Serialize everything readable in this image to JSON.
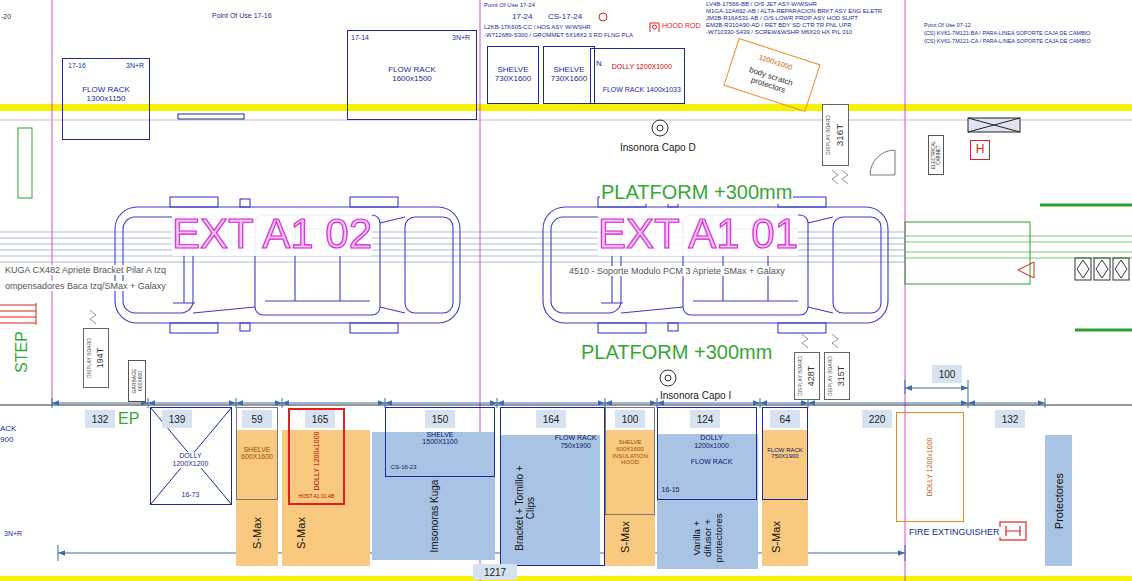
{
  "diagram": {
    "nodes": [
      {
        "text": [
          "17-16",
          "3N+R",
          "FLOW RACK 1300x1150"
        ]
      },
      {
        "text": [
          "17-14",
          "FLOW RACK 1600x1500"
        ]
      },
      {
        "text": [
          "SHELVE 730X1600"
        ]
      },
      {
        "text": [
          "SHELVE 730X1600"
        ]
      },
      {
        "text": [
          "N",
          "DOLLY 1200X1000",
          "FLOW RACK 1400x1033"
        ]
      },
      {
        "text": [
          "1200x1000",
          "body scratch protectors"
        ]
      },
      {
        "text": [
          "DISPLAY BOARD",
          "316T"
        ]
      },
      {
        "text": [
          "ELECTRICAL CABINET"
        ]
      },
      {
        "text": [
          "H"
        ]
      },
      {
        "text": [
          "DISPLAY BOARD",
          "194T"
        ]
      },
      {
        "text": [
          "DISPLAY BOARD",
          "428T"
        ]
      },
      {
        "text": [
          "DISPLAY BOARD",
          "315T"
        ]
      },
      {
        "text": [
          "100"
        ]
      },
      {
        "text": [
          "132"
        ]
      },
      {
        "text": [
          "139"
        ]
      },
      {
        "text": [
          "59"
        ]
      },
      {
        "text": [
          "165"
        ]
      },
      {
        "text": [
          "150"
        ]
      },
      {
        "text": [
          "164"
        ]
      },
      {
        "text": [
          "100"
        ]
      },
      {
        "text": [
          "124"
        ]
      },
      {
        "text": [
          "64"
        ]
      },
      {
        "text": [
          "220"
        ]
      },
      {
        "text": [
          "132"
        ]
      },
      {
        "text": [
          "S-Max"
        ]
      },
      {
        "text": [
          "S-Max"
        ]
      },
      {
        "text": [
          "Imsonoras Kuga"
        ]
      },
      {
        "text": [
          "Bracket + Tornillo + Clips"
        ]
      },
      {
        "text": [
          "S-Max"
        ]
      },
      {
        "text": [
          "Varilla + difusor + protectores"
        ]
      },
      {
        "text": [
          "S-Max"
        ]
      },
      {
        "text": [
          "Protectores"
        ]
      },
      {
        "text": [
          "DOLLY 1200X1200",
          "16-73"
        ]
      },
      {
        "text": [
          "SHELVE 600X1600"
        ]
      },
      {
        "text": [
          "DOLLY 1200x1000",
          "HOST A1 01 AB"
        ]
      },
      {
        "text": [
          "SHELVE 1500X1100",
          "CS-16-23"
        ]
      },
      {
        "text": [
          "FLOW RACK 750x1900"
        ]
      },
      {
        "text": [
          "SHELVE 600X1600 INSULATION HOOD"
        ]
      },
      {
        "text": [
          "DOLLY 1200x1000",
          "FLOW RACK",
          "16-15"
        ]
      },
      {
        "text": [
          "FLOW RACK 750X1900"
        ]
      },
      {
        "text": [
          "DOLLY 1200x1000"
        ]
      },
      {
        "text": [
          "GARBAGE 600X600"
        ]
      },
      {
        "text": [
          "1217"
        ]
      }
    ],
    "labels": [
      "-20",
      "Point Of Use 17-16",
      "3N+R",
      "Point Of Use 17-24",
      "17-24",
      "CS-17-24",
      "L2KB-17K605-CC / HOS ASY W/WSHR",
      "-W712689-S300 / GROMMET 5X18X2.3 RD FLNG PLA",
      "HOOD ROD",
      "LV4B-17566-BB / O/S JET ASY-W/WSHR",
      "M1GA-12A692-AB / ALTA-REPARACION BRKT ASY ENG ELETR",
      "JM2B-R16A531-AB / O/S LOWR PROP ASY HOD SUPT",
      "EM2B-R310A90-AD / RET BDY SD CTR TR PNL UPR",
      "-W710330-S439 / SCREW&WSHR M6X20 HX PIL 010",
      "Point Of Use 07-12",
      "(CS) KV61-7M121-BA / PARA-LINEA SOPORTE CAJA DE CAMBIO",
      "(CS) KV61-7M121-CA / PARA-LINEA SOPORTE CAJA DE CAMBIO",
      "Insonora Capo D",
      "PLATFORM +300mm",
      "EXT A1 02",
      "EXT A1 01",
      "KUGA CX482 Apriete Bracket Pilar A Izq",
      "ompensadores Baca Izq/SMax + Galaxy",
      "4510 - Soporte Modulo PCM 3 Apriete SMax + Galaxy",
      "PLATFORM +300mm",
      "Insonora Capo I",
      "STEP",
      "EP",
      "ACK",
      "900",
      "3N+R",
      "FIRE EXTINGUISHER"
    ]
  }
}
